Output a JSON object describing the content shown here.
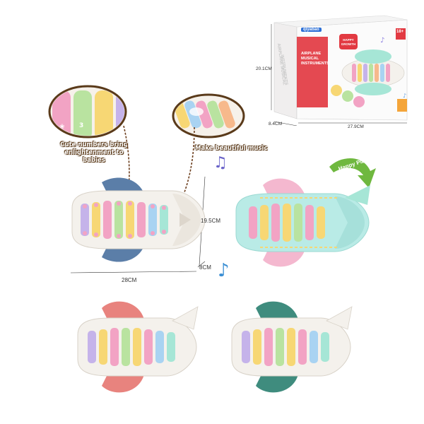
{
  "colors": {
    "key_pink": "#f2a3c4",
    "key_yellow": "#f7d774",
    "key_purple": "#c5b3ea",
    "key_green": "#b9e3a0",
    "key_orange": "#f7b98c",
    "key_blue": "#a9d3f2",
    "key_mint": "#a6e6d6",
    "wing_blue": "#5b7ea8",
    "wing_pink": "#f4b8cf",
    "wing_coral": "#e8837e",
    "wing_teal": "#3f8c7e",
    "body_white": "#f4f1ec",
    "body_aqua": "#b9ebe6",
    "arrow_green": "#6fb83f",
    "box_red": "#d9363e",
    "callout_border": "#5a3a1a"
  },
  "package": {
    "brand": "qiyabao",
    "line1": "AIRPLANE",
    "line2": "MUSICAL",
    "line3": "INSTRUMENTS",
    "side_line1": "AIRPLANE MUSICAL",
    "side_line2": "INSTRUMENTS",
    "badge_happy": "HAPPY GROWTH",
    "badge_age": "18+",
    "dim_height": "20.1CM",
    "dim_depth": "8.4CM",
    "dim_width": "27.9CM"
  },
  "callouts": {
    "left": "Cute numbers bring enlightenment to babies",
    "right": "Make beautiful music"
  },
  "toy_dimensions": {
    "width": "28CM",
    "height": "19.5CM",
    "depth": "8CM"
  },
  "banner": {
    "text": "Happy Play"
  },
  "icons": {
    "note1": "music-note-icon",
    "note2": "music-note-icon",
    "arrow": "curved-arrow-icon"
  }
}
